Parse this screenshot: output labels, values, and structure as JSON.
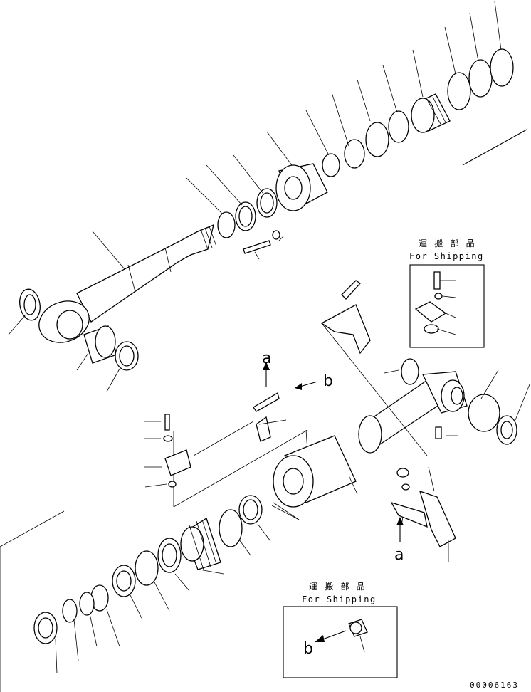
{
  "shipping_boxes": [
    {
      "kanji": "運 搬 部 品",
      "english": "For Shipping"
    },
    {
      "kanji": "運 搬 部 品",
      "english": "For Shipping"
    }
  ],
  "callouts": {
    "a_upper": "a",
    "a_lower": "a",
    "b_upper": "b",
    "b_lower": "b"
  },
  "figure_id": "00006163"
}
